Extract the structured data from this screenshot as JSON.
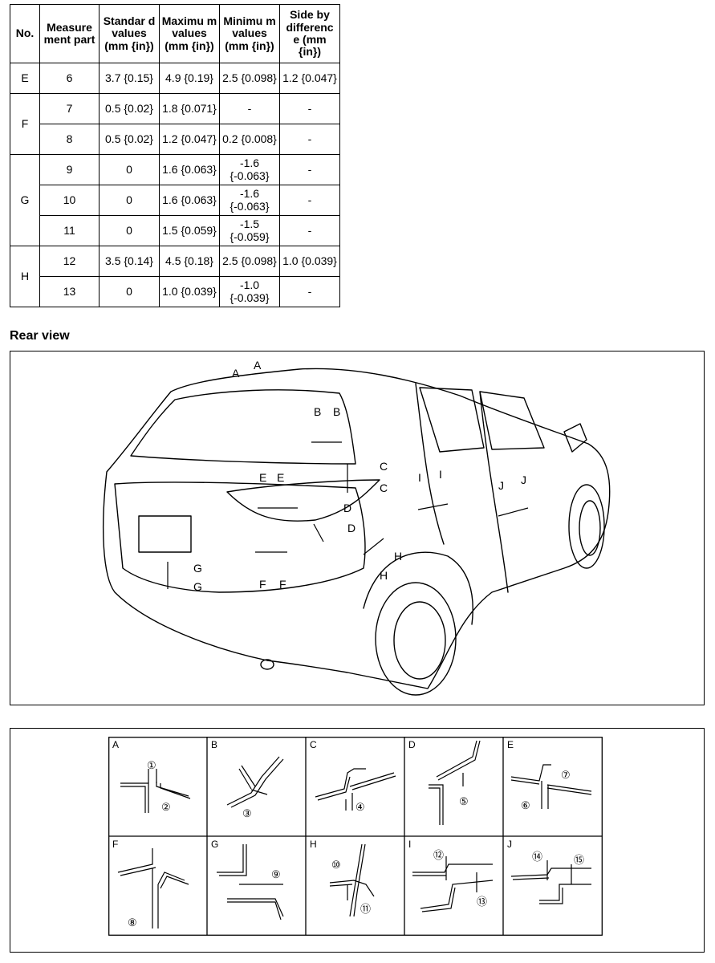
{
  "table": {
    "headers": [
      "No.",
      "Measure ment part",
      "Standar d values (mm {in})",
      "Maximu m values (mm {in})",
      "Minimu m values (mm {in})",
      "Side by differenc e (mm {in})"
    ],
    "groups": [
      {
        "no": "E",
        "rows": [
          {
            "part": "6",
            "std": "3.7 {0.15}",
            "max": "4.9 {0.19}",
            "min": "2.5 {0.098}",
            "side": "1.2 {0.047}"
          }
        ]
      },
      {
        "no": "F",
        "rows": [
          {
            "part": "7",
            "std": "0.5 {0.02}",
            "max": "1.8 {0.071}",
            "min": "-",
            "side": "-"
          },
          {
            "part": "8",
            "std": "0.5 {0.02}",
            "max": "1.2 {0.047}",
            "min": "0.2 {0.008}",
            "side": "-"
          }
        ]
      },
      {
        "no": "G",
        "rows": [
          {
            "part": "9",
            "std": "0",
            "max": "1.6 {0.063}",
            "min": "-1.6 {-0.063}",
            "side": "-"
          },
          {
            "part": "10",
            "std": "0",
            "max": "1.6 {0.063}",
            "min": "-1.6 {-0.063}",
            "side": "-"
          },
          {
            "part": "11",
            "std": "0",
            "max": "1.5 {0.059}",
            "min": "-1.5 {-0.059}",
            "side": "-"
          }
        ]
      },
      {
        "no": "H",
        "rows": [
          {
            "part": "12",
            "std": "3.5 {0.14}",
            "max": "4.5 {0.18}",
            "min": "2.5 {0.098}",
            "side": "1.0 {0.039}"
          },
          {
            "part": "13",
            "std": "0",
            "max": "1.0 {0.039}",
            "min": "-1.0 {-0.039}",
            "side": "-"
          }
        ]
      }
    ]
  },
  "rear_view": {
    "title": "Rear view",
    "callouts": [
      "A",
      "A",
      "B",
      "B",
      "C",
      "C",
      "D",
      "D",
      "E",
      "E",
      "F",
      "F",
      "G",
      "G",
      "H",
      "H",
      "I",
      "I",
      "J",
      "J"
    ]
  },
  "sections": [
    {
      "letter": "A",
      "markers": [
        "①",
        "②"
      ]
    },
    {
      "letter": "B",
      "markers": [
        "③"
      ]
    },
    {
      "letter": "C",
      "markers": [
        "④"
      ]
    },
    {
      "letter": "D",
      "markers": [
        "⑤"
      ]
    },
    {
      "letter": "E",
      "markers": [
        "⑥",
        "⑦"
      ]
    },
    {
      "letter": "F",
      "markers": [
        "⑧"
      ]
    },
    {
      "letter": "G",
      "markers": [
        "⑨"
      ]
    },
    {
      "letter": "H",
      "markers": [
        "⑩",
        "⑪"
      ]
    },
    {
      "letter": "I",
      "markers": [
        "⑫",
        "⑬"
      ]
    },
    {
      "letter": "J",
      "markers": [
        "⑭",
        "⑮"
      ]
    }
  ]
}
